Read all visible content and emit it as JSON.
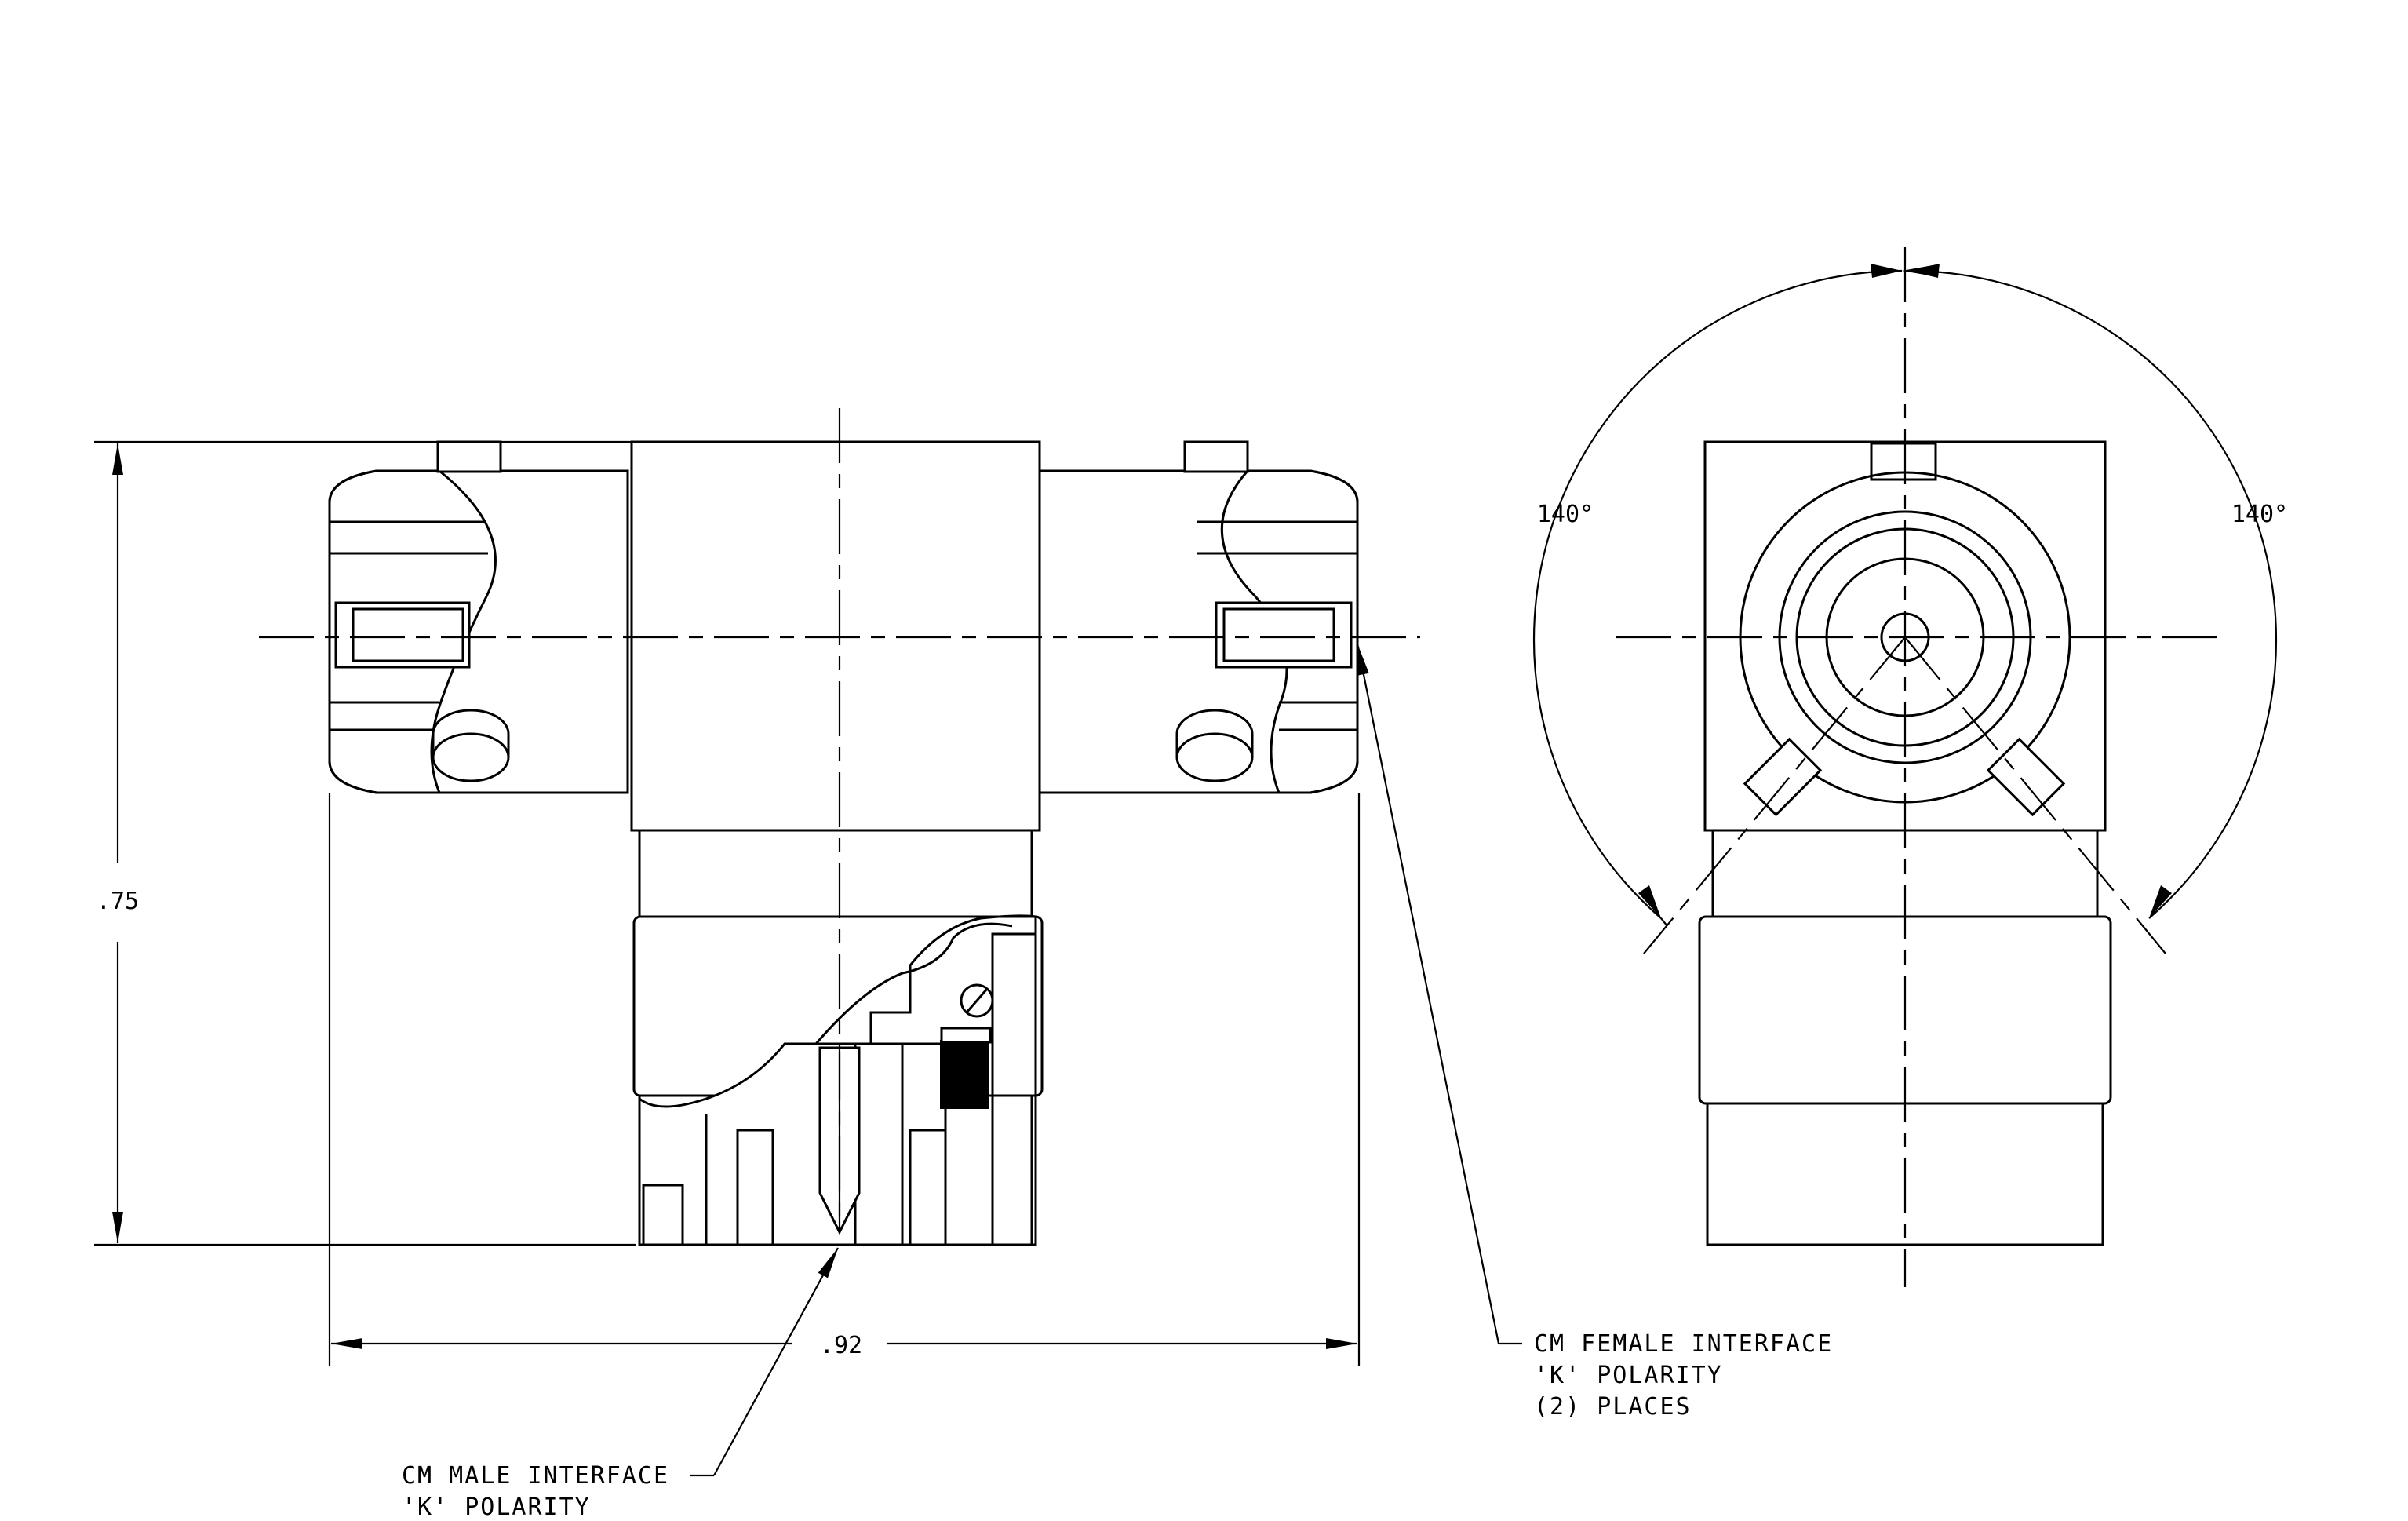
{
  "dimensions": {
    "height": ".75",
    "width": ".92",
    "angle_left": "140°",
    "angle_right": "140°"
  },
  "notes": {
    "male_line1": "CM MALE INTERFACE",
    "male_line2": "'K' POLARITY",
    "female_line1": "CM FEMALE INTERFACE",
    "female_line2": "'K' POLARITY",
    "female_line3": "(2)  PLACES"
  }
}
